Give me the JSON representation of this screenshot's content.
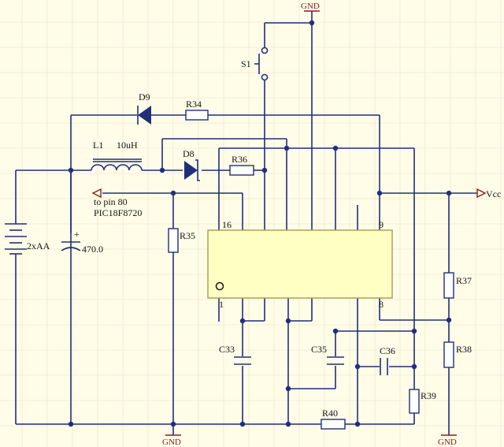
{
  "labels": {
    "gnd_top": "GND",
    "gnd_bottom_left": "GND",
    "gnd_bottom_right": "GND",
    "s1": "S1",
    "d9": "D9",
    "r34": "R34",
    "l1": "L1",
    "l1_value": "10uH",
    "d8": "D8",
    "r36": "R36",
    "pin_ref_line1": "to pin 80",
    "pin_ref_line2": "PIC18F8720",
    "vcc": "Vcc",
    "battery": "2xAA",
    "cap_value": "470.0",
    "cap_plus": "+",
    "r35": "R35",
    "pin16": "16",
    "pin9": "9",
    "pin1": "1",
    "pin8": "8",
    "r37": "R37",
    "r38": "R38",
    "c33": "C33",
    "c35": "C35",
    "c36": "C36",
    "r39": "R39",
    "r40": "R40"
  },
  "colors": {
    "wire": "#1f2f7a",
    "chip_fill": "#ffffc4",
    "chip_stroke": "#a89a52",
    "port": "#8a1c1c",
    "background": "#fffde8"
  }
}
